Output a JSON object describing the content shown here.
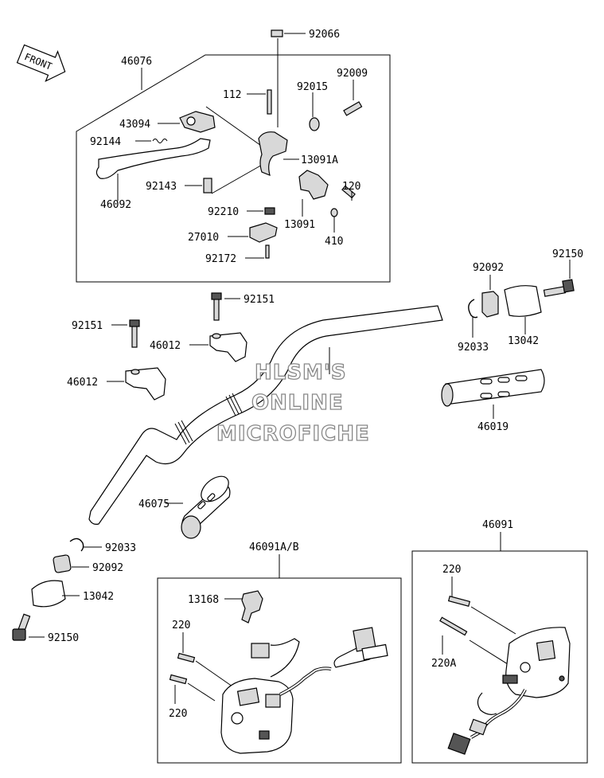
{
  "front_label": "FRONT",
  "watermark": {
    "line1": "HLSM'S",
    "line2": "ONLINE",
    "line3": "MICROFICHE"
  },
  "labels": {
    "p92066": "92066",
    "p46076": "46076",
    "p92009": "92009",
    "p112": "112",
    "p92015": "92015",
    "p43094": "43094",
    "p92144": "92144",
    "p13091A": "13091A",
    "p92143": "92143",
    "p120": "120",
    "p46092": "46092",
    "p92210": "92210",
    "p13091": "13091",
    "p27010": "27010",
    "p410": "410",
    "p92172": "92172",
    "p92092_top": "92092",
    "p92150_top": "92150",
    "p92151_a": "92151",
    "p92151_b": "92151",
    "p46012_a": "46012",
    "p46012_b": "46012",
    "p92033_top": "92033",
    "p13042_top": "13042",
    "p46019": "46019",
    "p46075": "46075",
    "p92033_bot": "92033",
    "p92092_bot": "92092",
    "p13042_bot": "13042",
    "p92150_bot": "92150",
    "p46091AB": "46091A/B",
    "p46091": "46091",
    "p13168": "13168",
    "p220_a": "220",
    "p220_b": "220",
    "p220_c": "220",
    "p220A": "220A"
  }
}
